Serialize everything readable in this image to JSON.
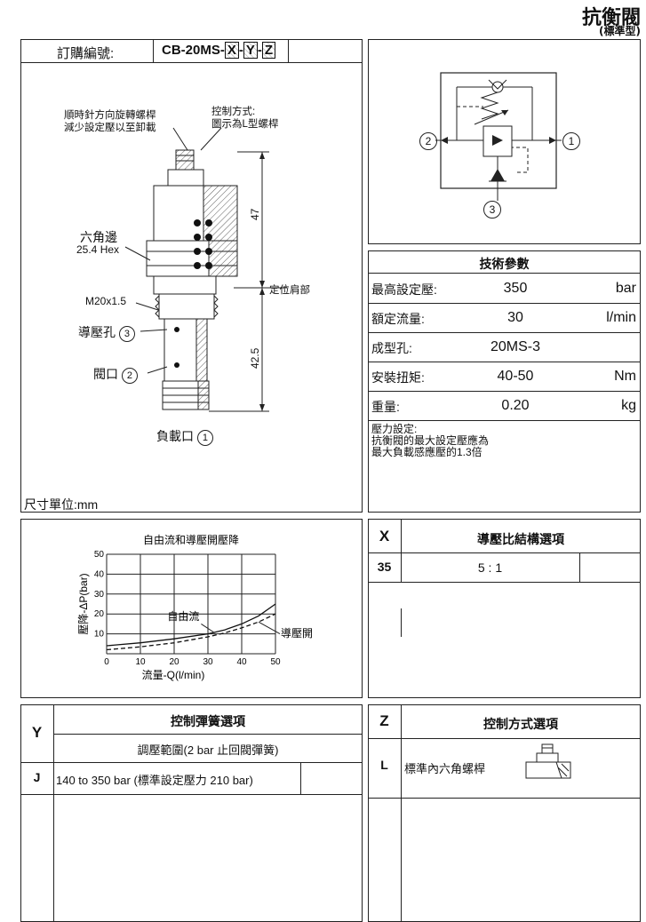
{
  "header": {
    "title": "抗衡閥",
    "subtitle": "(標準型)"
  },
  "order": {
    "label": "訂購編號:",
    "code_prefix": "CB-20MS-",
    "x": "X",
    "y": "Y",
    "z": "Z",
    "sep": "-"
  },
  "drawing": {
    "callout_adjust_1": "順時針方向旋轉螺桿",
    "callout_adjust_2": "減少設定壓以至卸載",
    "callout_control_1": "控制方式:",
    "callout_control_2": "圖示為L型螺桿",
    "hex_label": "六角邊",
    "hex_size": "25.4 Hex",
    "thread": "M20x1.5",
    "pilot_port": "導壓孔",
    "valve_port": "閥口",
    "load_port": "負載口",
    "port_1": "1",
    "port_2": "2",
    "port_3": "3",
    "dim_47": "47",
    "dim_42_5": "42.5",
    "locating_shoulder": "定位肩部",
    "unit_note": "尺寸單位:mm"
  },
  "schematic": {
    "port_1": "1",
    "port_2": "2",
    "port_3": "3"
  },
  "specs": {
    "title": "技術參數",
    "rows": [
      {
        "label": "最高設定壓:",
        "value": "350",
        "unit": "bar"
      },
      {
        "label": "額定流量:",
        "value": "30",
        "unit": "l/min"
      },
      {
        "label": "成型孔:",
        "value": "20MS-3",
        "unit": ""
      },
      {
        "label": "安裝扭矩:",
        "value": "40-50",
        "unit": "Nm"
      },
      {
        "label": "重量:",
        "value": "0.20",
        "unit": "kg"
      }
    ],
    "note_1": "壓力設定:",
    "note_2": "抗衡閥的最大設定壓應為",
    "note_3": "最大負載感應壓的1.3倍"
  },
  "chart_data": {
    "type": "line",
    "title": "自由流和導壓開壓降",
    "xlabel": "流量-Q(l/min)",
    "ylabel": "壓降-ΔP(bar)",
    "xlim": [
      0,
      50
    ],
    "ylim": [
      0,
      50
    ],
    "xticks": [
      "0",
      "10",
      "20",
      "30",
      "40",
      "50"
    ],
    "yticks": [
      "10",
      "20",
      "30",
      "40",
      "50"
    ],
    "grid": true,
    "series": [
      {
        "name": "自由流",
        "style": "solid",
        "x": [
          0,
          10,
          20,
          30,
          35,
          40,
          45,
          50
        ],
        "y": [
          4,
          5.5,
          7.5,
          10,
          12,
          15,
          19,
          25
        ]
      },
      {
        "name": "導壓開",
        "style": "dashed",
        "x": [
          0,
          10,
          20,
          30,
          35,
          40,
          45,
          50
        ],
        "y": [
          2,
          3.5,
          5.5,
          8.5,
          10.5,
          13,
          16,
          20
        ]
      }
    ]
  },
  "option_x": {
    "letter": "X",
    "title": "導壓比結構選項",
    "rows": [
      {
        "code": "35",
        "desc": "5 : 1"
      }
    ]
  },
  "option_y": {
    "letter": "Y",
    "title": "控制彈簧選項",
    "sub": "調壓範圍(2 bar 止回閥彈簧)",
    "rows": [
      {
        "code": "J",
        "desc": "140 to 350 bar (標準設定壓力 210 bar)"
      }
    ]
  },
  "option_z": {
    "letter": "Z",
    "title": "控制方式選項",
    "rows": [
      {
        "code": "L",
        "desc": "標準內六角螺桿"
      }
    ]
  }
}
